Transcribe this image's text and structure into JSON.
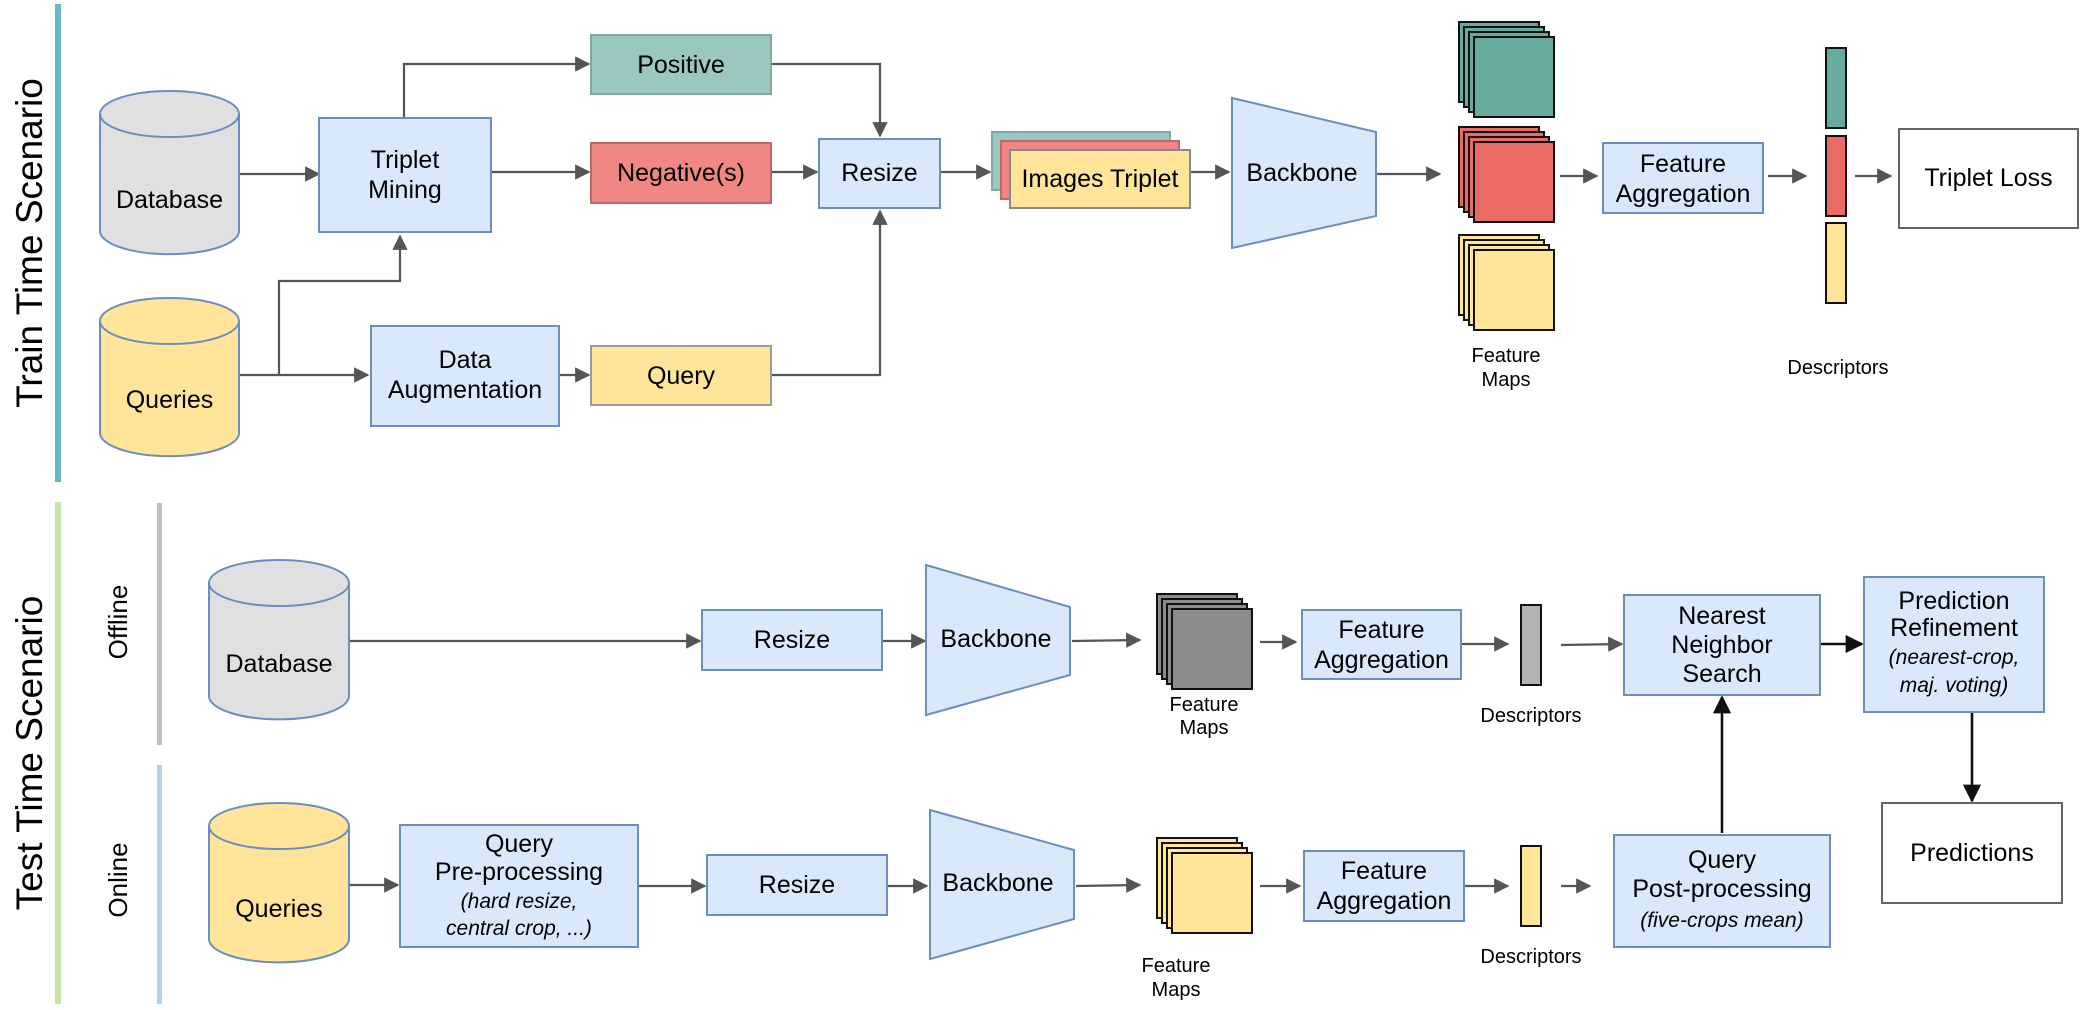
{
  "colors": {
    "blue": "#dae8fc",
    "blue_stroke": "#6c8ebf",
    "green": "#9ac7bf",
    "red": "#f08784",
    "yellow": "#ffe599",
    "grey": "#e0e0e0",
    "dark_grey": "#8c8c8c",
    "train_bar": "#67b7c0",
    "test_bar": "#c6e4a9",
    "offline_bar": "#c0c0c0",
    "online_bar": "#b7cfee"
  },
  "train": {
    "title": "Train Time Scenario",
    "database": "Database",
    "queries": "Queries",
    "triplet_mining": [
      "Triplet",
      "Mining"
    ],
    "data_augmentation": [
      "Data",
      "Augmentation"
    ],
    "positive": "Positive",
    "negative": "Negative(s)",
    "query": "Query",
    "resize": "Resize",
    "images_triplet": "Images Triplet",
    "backbone": "Backbone",
    "feature_maps": [
      "Feature",
      "Maps"
    ],
    "feature_aggregation": [
      "Feature",
      "Aggregation"
    ],
    "descriptors": "Descriptors",
    "triplet_loss": "Triplet Loss"
  },
  "test": {
    "title": "Test Time Scenario",
    "offline": {
      "label": "Offline",
      "database": "Database",
      "resize": "Resize",
      "backbone": "Backbone",
      "feature_maps": [
        "Feature",
        "Maps"
      ],
      "feature_aggregation": [
        "Feature",
        "Aggregation"
      ],
      "descriptors": "Descriptors"
    },
    "online": {
      "label": "Online",
      "queries": "Queries",
      "preprocessing": [
        "Query",
        "Pre-processing"
      ],
      "preprocessing_note": [
        "(hard resize,",
        "central crop, ...)"
      ],
      "resize": "Resize",
      "backbone": "Backbone",
      "feature_maps": [
        "Feature",
        "Maps"
      ],
      "feature_aggregation": [
        "Feature",
        "Aggregation"
      ],
      "descriptors": "Descriptors",
      "postprocessing": [
        "Query",
        "Post-processing"
      ],
      "postprocessing_note": "(five-crops mean)"
    },
    "nn_search": [
      "Nearest",
      "Neighbor",
      "Search"
    ],
    "refinement": [
      "Prediction",
      "Refinement"
    ],
    "refinement_note": [
      "(nearest-crop,",
      "maj. voting)"
    ],
    "predictions": "Predictions"
  }
}
